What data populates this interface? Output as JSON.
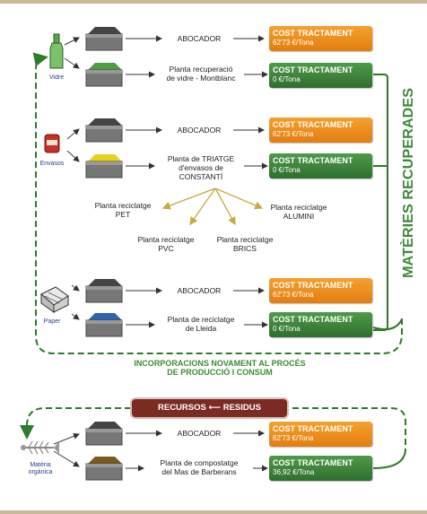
{
  "sections": {
    "vidre": {
      "label": "Vidre",
      "row1": {
        "dest": "ABOCADOR",
        "cost_title": "COST TRACTAMENT",
        "cost_value": "62'73 €/Tona"
      },
      "row2": {
        "dest": "Planta recuperació\nde vidre - Montblanc",
        "cost_title": "COST TRACTAMENT",
        "cost_value": "0 €/Tona"
      }
    },
    "envasos": {
      "label": "Envasos",
      "row1": {
        "dest": "ABOCADOR",
        "cost_title": "COST TRACTAMENT",
        "cost_value": "62'73 €/Tona"
      },
      "row2": {
        "dest": "Planta de TRIATGE\nd'envasos de\nCONSTANTÍ",
        "cost_title": "COST TRACTAMENT",
        "cost_value": "0 €/Tona"
      },
      "sub": {
        "pet": "Planta reciclatge\nPET",
        "pvc": "Planta reciclatge\nPVC",
        "brics": "Planta reciclatge\nBRICS",
        "alumini": "Planta reciclatge\nALUMINI"
      }
    },
    "paper": {
      "label": "Paper",
      "row1": {
        "dest": "ABOCADOR",
        "cost_title": "COST TRACTAMENT",
        "cost_value": "62'73 €/Tona"
      },
      "row2": {
        "dest": "Planta de reciclatge\nde Lleida",
        "cost_title": "COST TRACTAMENT",
        "cost_value": "0 €/Tona"
      }
    },
    "organica": {
      "label": "Matèria\norgànica",
      "row1": {
        "dest": "ABOCADOR",
        "cost_title": "COST TRACTAMENT",
        "cost_value": "62'73 €/Tona"
      },
      "row2": {
        "dest": "Planta de compostatge\ndel Mas de Barberans",
        "cost_title": "COST TRACTAMENT",
        "cost_value": "36,92 €/Tona"
      }
    }
  },
  "materies": "MATÈRIES RECUPERADES",
  "incorporacions": "INCORPORACIONS NOVAMENT AL PROCÉS\nDE PRODUCCIÓ I CONSUM",
  "recursos_residus": "RECURSOS ⟵ RESIDUS",
  "colors": {
    "orange": "#ee8f1f",
    "green": "#3f8a3b",
    "dash_green": "#2f7a2c",
    "bin_grey": "#5f5f5f",
    "lid_dark": "#444444",
    "lid_yellow": "#e7d21b",
    "lid_blue": "#2f63b0",
    "lid_brown": "#7a5a1c",
    "lid_green": "#4f9b48",
    "recursos_bg": "#7b2b22"
  }
}
